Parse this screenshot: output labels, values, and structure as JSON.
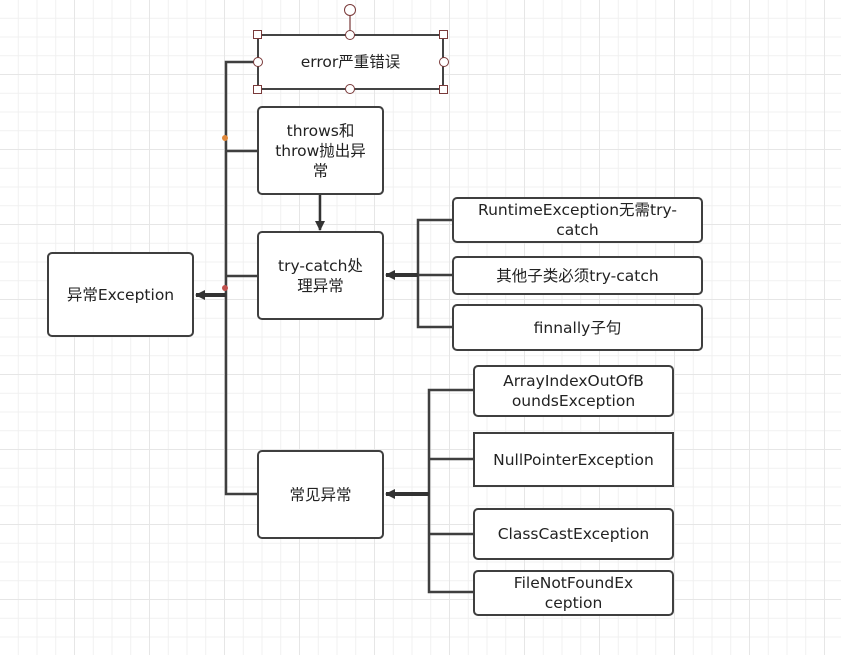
{
  "diagram": {
    "root": {
      "label": "异常Exception"
    },
    "branches": [
      {
        "label": "error严重错误",
        "selected": true
      },
      {
        "label": "throws和throw抛出异常"
      },
      {
        "label": "try-catch处理异常"
      },
      {
        "label": "常见异常"
      }
    ],
    "try_catch_children": [
      {
        "label": "RuntimeException无需try-catch"
      },
      {
        "label": "其他子类必须try-catch"
      },
      {
        "label": "finnally子句"
      }
    ],
    "common_exceptions": [
      {
        "label": "ArrayIndexOutOfBoundsException"
      },
      {
        "label": "NullPointerException"
      },
      {
        "label": "ClassCastException"
      },
      {
        "label": "FileNotFoundException"
      }
    ],
    "colors": {
      "stroke": "#3f3f3f",
      "selection_handle": "#7a3a3a",
      "connection_point": "#e0883a"
    }
  }
}
